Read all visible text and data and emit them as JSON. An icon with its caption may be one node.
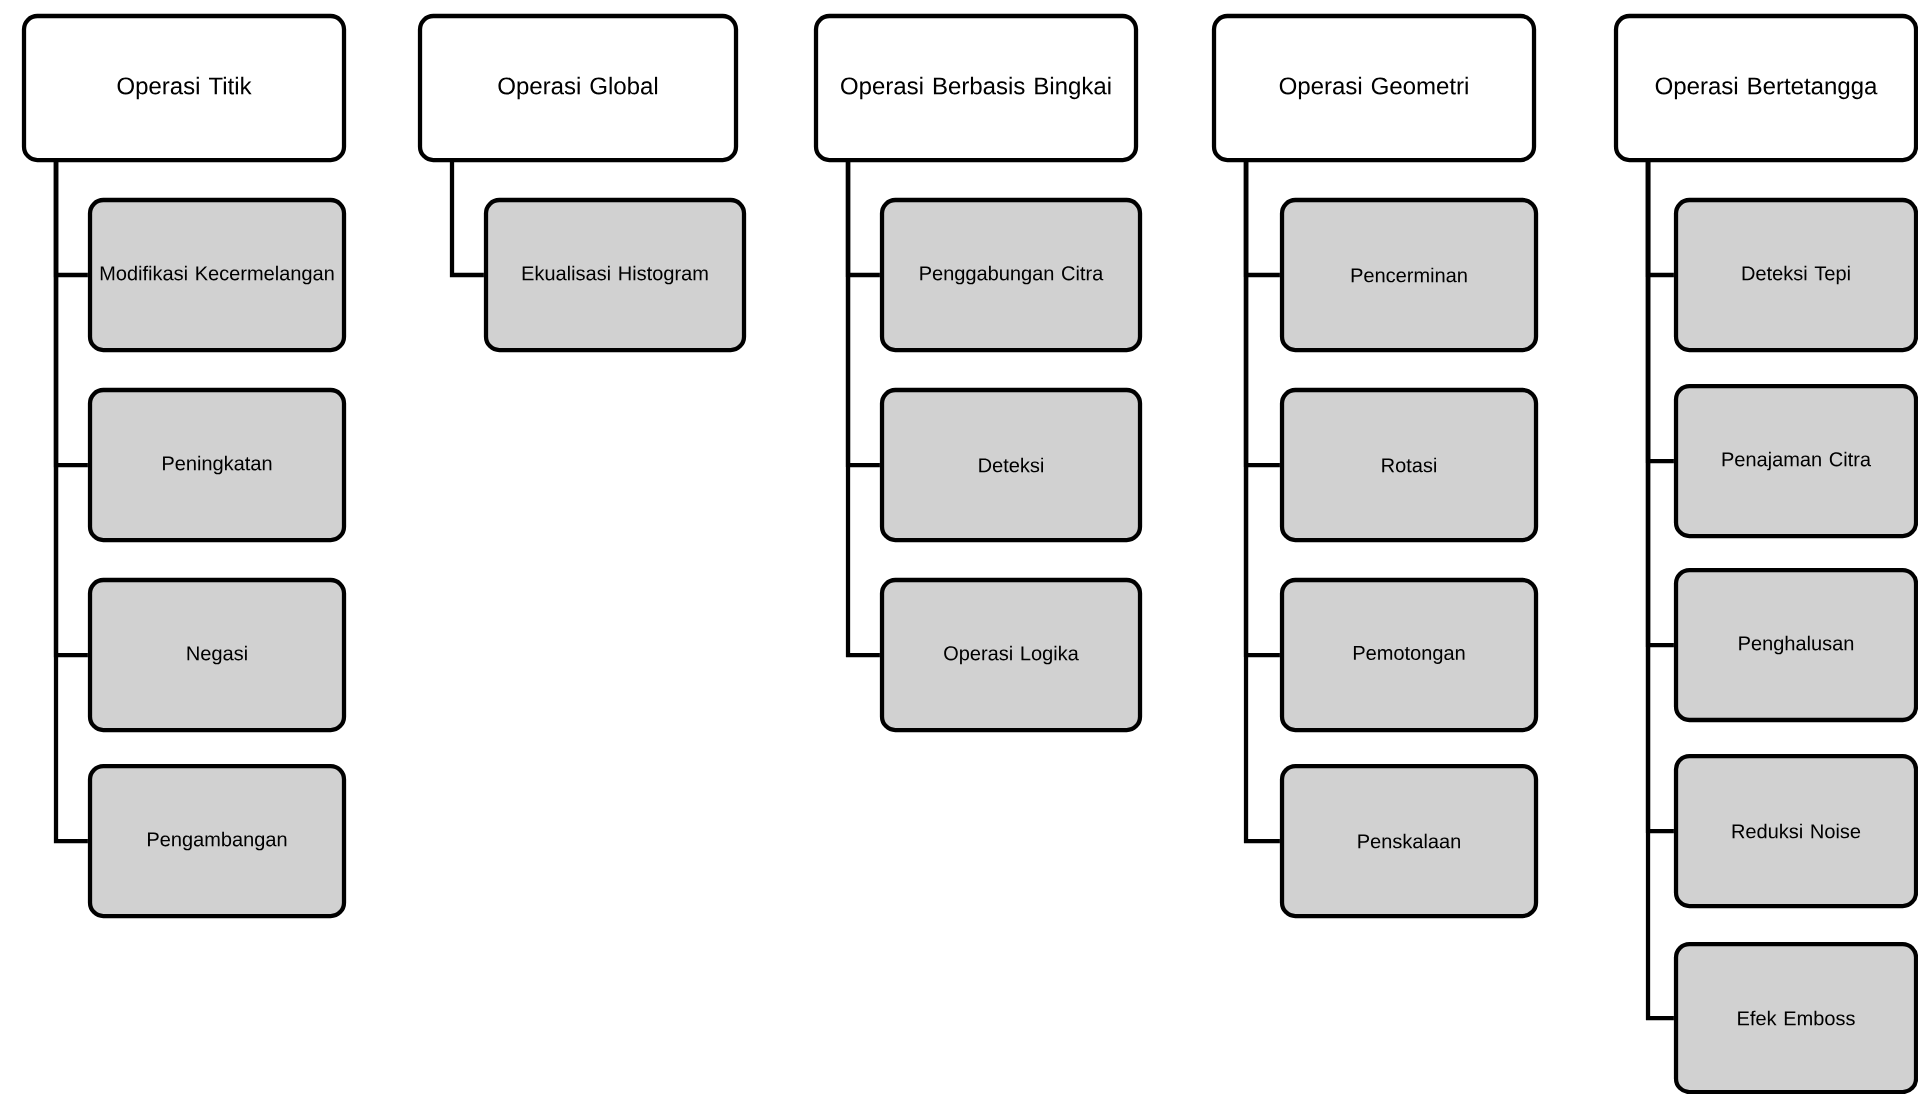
{
  "diagram": {
    "nodes": [
      {
        "text": [
          "Operasi Titik"
        ]
      },
      {
        "text": [
          "Modifikasi Kecermelangan"
        ]
      },
      {
        "text": [
          "Peningkatan"
        ]
      },
      {
        "text": [
          "Negasi"
        ]
      },
      {
        "text": [
          "Pengambangan"
        ]
      },
      {
        "text": [
          "Operasi Global"
        ]
      },
      {
        "text": [
          "Ekualisasi Histogram"
        ]
      },
      {
        "text": [
          "Operasi Berbasis Bingkai"
        ]
      },
      {
        "text": [
          "Penggabungan Citra"
        ]
      },
      {
        "text": [
          "Deteksi"
        ]
      },
      {
        "text": [
          "Operasi Logika"
        ]
      },
      {
        "text": [
          "Operasi Geometri"
        ]
      },
      {
        "text": [
          "Pencerminan"
        ]
      },
      {
        "text": [
          "Rotasi"
        ]
      },
      {
        "text": [
          "Pemotongan"
        ]
      },
      {
        "text": [
          "Penskalaan"
        ]
      },
      {
        "text": [
          "Operasi Bertetangga"
        ]
      },
      {
        "text": [
          "Deteksi Tepi"
        ]
      },
      {
        "text": [
          "Penajaman Citra"
        ]
      },
      {
        "text": [
          "Penghalusan"
        ]
      },
      {
        "text": [
          "Reduksi Noise"
        ]
      },
      {
        "text": [
          "Efek Emboss"
        ]
      }
    ],
    "edges": [
      {
        "from": 0,
        "to": 1,
        "arrow": "none"
      },
      {
        "from": 0,
        "to": 2,
        "arrow": "none"
      },
      {
        "from": 0,
        "to": 3,
        "arrow": "none"
      },
      {
        "from": 0,
        "to": 4,
        "arrow": "none"
      },
      {
        "from": 5,
        "to": 6,
        "arrow": "none"
      },
      {
        "from": 7,
        "to": 8,
        "arrow": "none"
      },
      {
        "from": 7,
        "to": 9,
        "arrow": "none"
      },
      {
        "from": 7,
        "to": 10,
        "arrow": "none"
      },
      {
        "from": 11,
        "to": 12,
        "arrow": "none"
      },
      {
        "from": 11,
        "to": 13,
        "arrow": "none"
      },
      {
        "from": 11,
        "to": 14,
        "arrow": "none"
      },
      {
        "from": 11,
        "to": 15,
        "arrow": "none"
      },
      {
        "from": 16,
        "to": 17,
        "arrow": "none"
      },
      {
        "from": 16,
        "to": 18,
        "arrow": "none"
      },
      {
        "from": 16,
        "to": 19,
        "arrow": "none"
      },
      {
        "from": 16,
        "to": 20,
        "arrow": "none"
      },
      {
        "from": 16,
        "to": 21,
        "arrow": "none"
      }
    ]
  }
}
